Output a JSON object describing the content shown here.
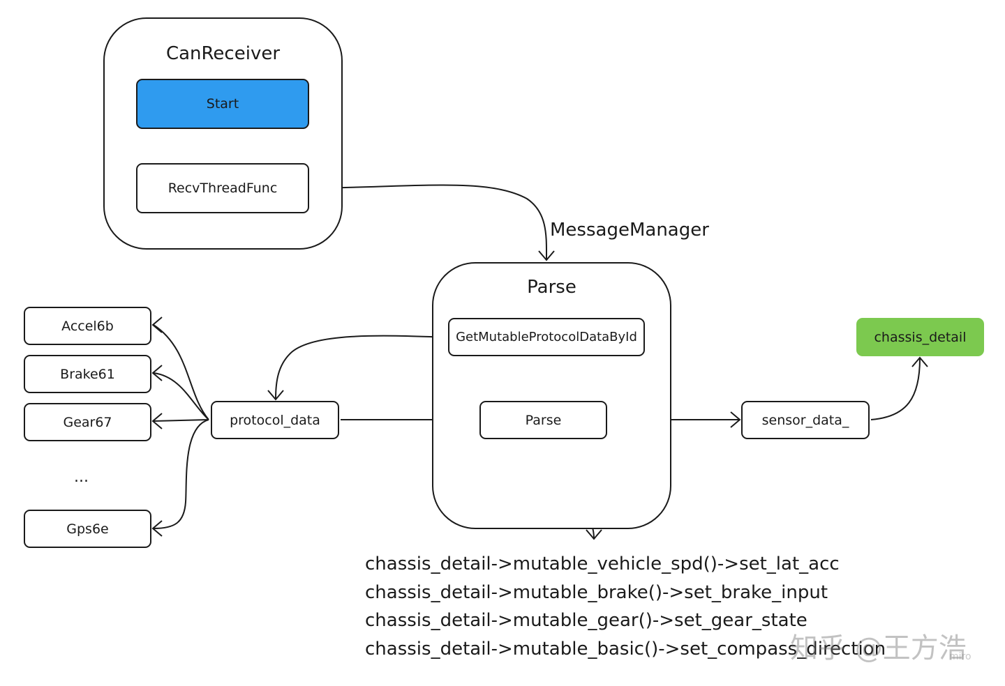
{
  "containers": {
    "canreceiver": {
      "title": "CanReceiver"
    },
    "parse": {
      "title": "Parse"
    }
  },
  "nodes": {
    "start": "Start",
    "recv_thread_func": "RecvThreadFunc",
    "get_mutable": "GetMutableProtocolDataById",
    "parse_inner": "Parse",
    "protocol_data": "protocol_data",
    "sensor_data": "sensor_data_",
    "chassis_detail": "chassis_detail",
    "accel6b": "Accel6b",
    "brake61": "Brake61",
    "gear67": "Gear67",
    "ellipsis": "...",
    "gps6e": "Gps6e"
  },
  "edge_labels": {
    "message_manager": "MessageManager"
  },
  "code_lines": [
    "chassis_detail->mutable_vehicle_spd()->set_lat_acc",
    "chassis_detail->mutable_brake()->set_brake_input",
    "chassis_detail->mutable_gear()->set_gear_state",
    "chassis_detail->mutable_basic()->set_compass_direction"
  ],
  "watermark": {
    "text": "知乎 @王方浩",
    "sub": "miro"
  },
  "colors": {
    "start_fill": "#2f9bef",
    "chassis_fill": "#7cc94f",
    "stroke": "#1a1a1a"
  }
}
